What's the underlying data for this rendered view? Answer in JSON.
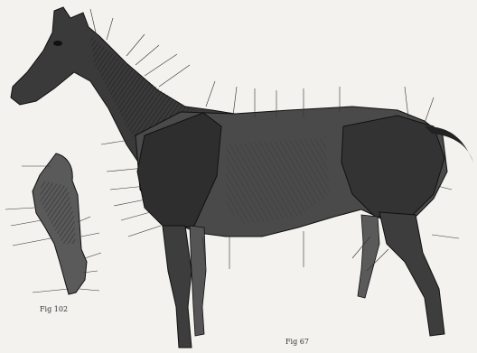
{
  "figure": {
    "caption_main": "Fig 67",
    "caption_small": "Fig 102"
  },
  "colors": {
    "paper": "#f4f2ee",
    "ink": "#222222",
    "muscle_dark": "#2b2b2b",
    "muscle_mid": "#5a5a5a",
    "muscle_light": "#8c8c8c"
  },
  "illustration": {
    "subject": "horse-superficial-muscles-lateral-view",
    "inset_subject": "forelimb-muscle-detail"
  }
}
